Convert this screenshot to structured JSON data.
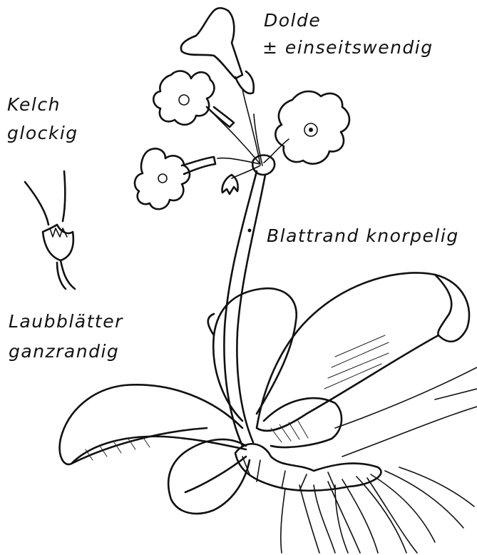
{
  "labels": {
    "dolde": "Dolde",
    "einseitswendig": "± einseitswendig",
    "kelch": "Kelch",
    "glockig": "glockig",
    "blattrand": "Blattrand knorpelig",
    "laubblaetter": "Laubblätter",
    "ganzrandig": "ganzrandig"
  },
  "colors": {
    "ink": "#111111",
    "paper": "#ffffff"
  }
}
